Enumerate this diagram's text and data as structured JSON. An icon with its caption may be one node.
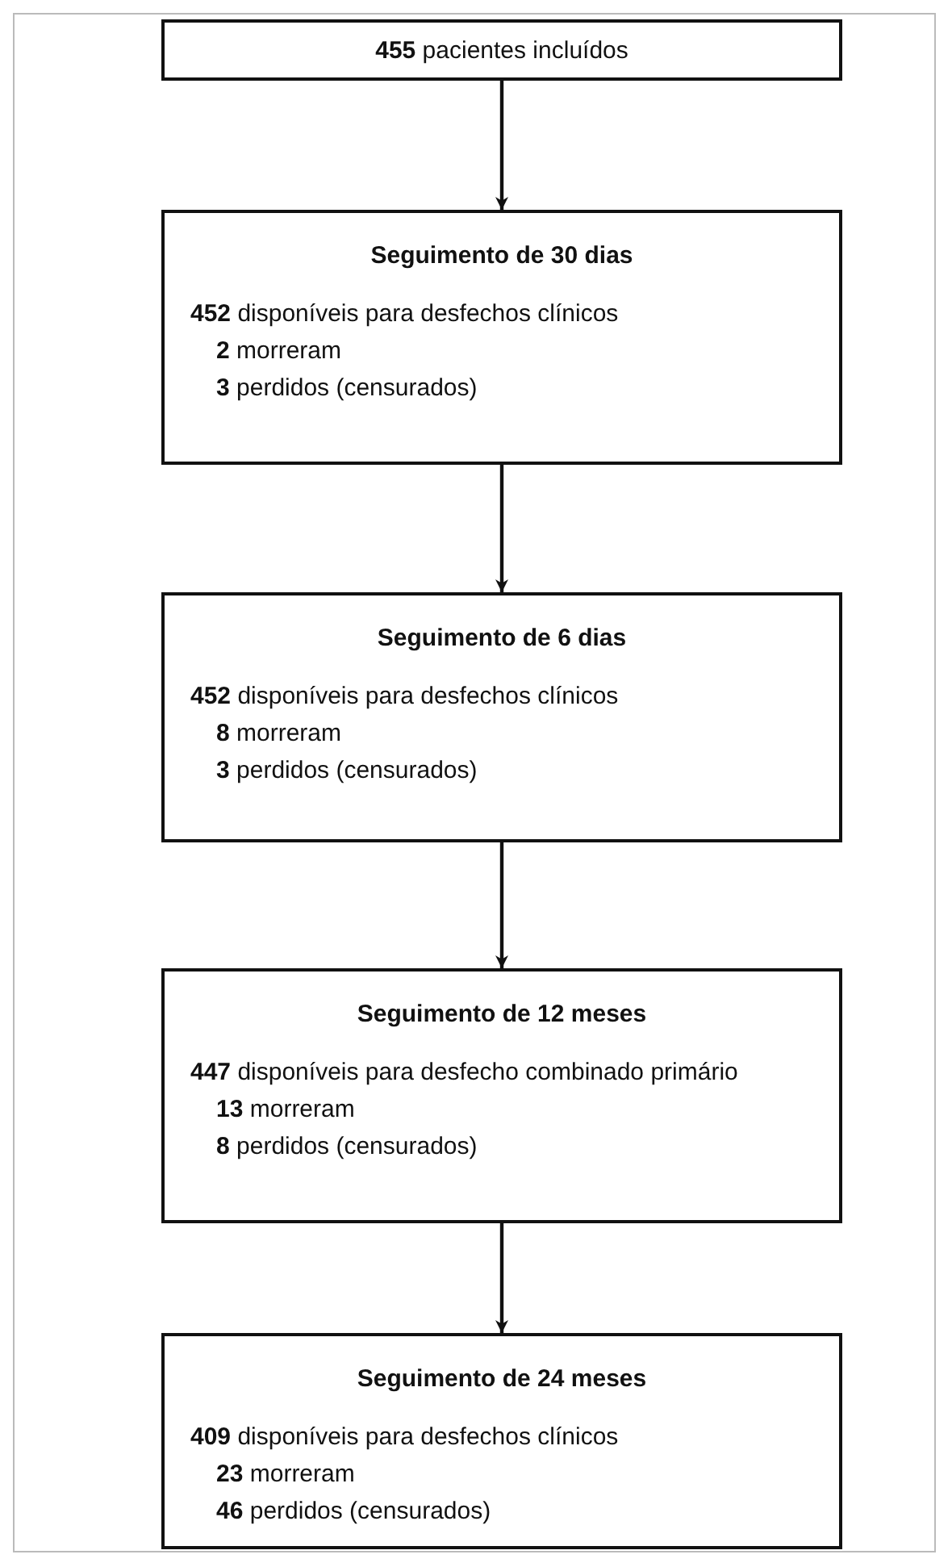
{
  "diagram": {
    "nodes": [
      {
        "text": [
          "**455** pacientes incluídos"
        ]
      },
      {
        "text": [
          "Seguimento de 30 dias",
          "**452** disponíveis para desfechos clínicos",
          "**2** morreram",
          "**3** perdidos (censurados)"
        ]
      },
      {
        "text": [
          "Seguimento de 6 dias",
          "**452** disponíveis para desfechos clínicos",
          "**8** morreram",
          "**3** perdidos (censurados)"
        ]
      },
      {
        "text": [
          "Seguimento de 12 meses",
          "**447** disponíveis para desfecho combinado primário",
          "**13** morreram",
          "**8** perdidos (censurados)"
        ]
      },
      {
        "text": [
          "Seguimento de 24 meses",
          "**409** disponíveis para desfechos clínicos",
          "**23** morreram",
          "**46** perdidos (censurados)"
        ]
      }
    ],
    "edges": [
      {
        "from": 0,
        "to": 1,
        "arrow": "to"
      },
      {
        "from": 1,
        "to": 2,
        "arrow": "to"
      },
      {
        "from": 2,
        "to": 3,
        "arrow": "to"
      },
      {
        "from": 3,
        "to": 4,
        "arrow": "to"
      }
    ]
  }
}
